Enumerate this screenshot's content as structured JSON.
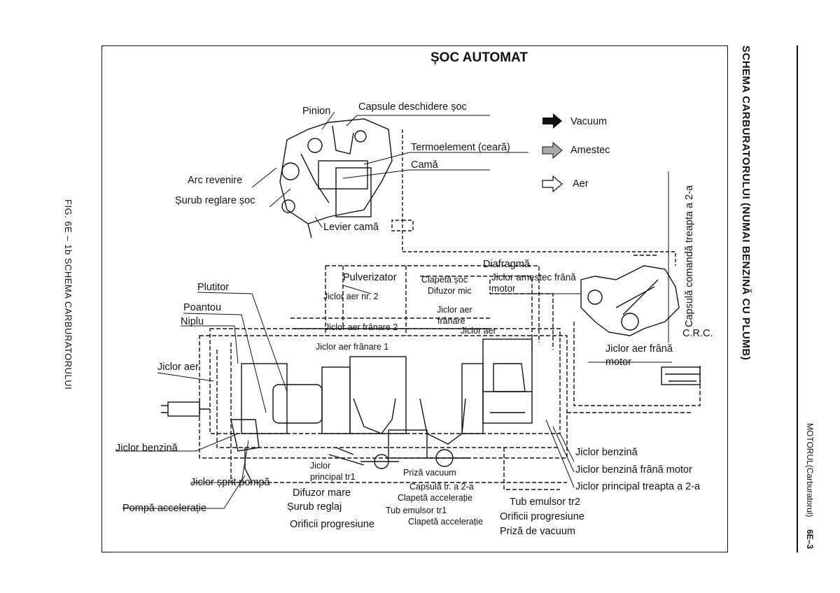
{
  "title": "ȘOC AUTOMAT",
  "side_title": "SCHEMA CARBURATORULUI (NUMAI BENZINĂ CU PLUMB)",
  "figure_caption": "FIG. 6E – 1b  SCHEMA CARBURATORULUI",
  "running_header": "MOTORUL(Carburatorul)",
  "page_number": "6E–3",
  "legend": {
    "vacuum": "Vacuum",
    "amestec": "Amestec",
    "aer": "Aer"
  },
  "choke_labels": {
    "pinion": "Pinion",
    "capsule": "Capsule deschidere șoc",
    "termo": "Termoelement (ceară)",
    "cama": "Camă",
    "arc": "Arc revenire",
    "surub_soc": "Șurub reglare șoc",
    "levier": "Levier camă"
  },
  "right_labels": {
    "diafragma": "Diafragmă",
    "jiclor_amestec": "Jiclor amestec frână",
    "motor1": "motor",
    "capsula_comanda": "Capsulă comandă treapta a 2-a",
    "crc": "C.R.C.",
    "jiclor_aer_frana": "Jiclor aer frână",
    "motor2": "motor"
  },
  "left_labels": {
    "pulverizator": "Pulverizator",
    "plutitor": "Plutitor",
    "poantou": "Poantou",
    "niplu": "Niplu",
    "jiclor_aer": "Jiclor aer",
    "jiclor_benzina": "Jiclor benzină",
    "jiclor_sprit": "Jiclor șprit pompă",
    "pompa": "Pompă accelerație"
  },
  "inner_labels": {
    "clapeta_soc": "Clapetă șoc",
    "difuzor_mic": "Difuzor mic",
    "jiclor_aer_nr2": "Jiclor aer nr. 2",
    "jiclor_aer_frana_txt": "Jiclor aer",
    "franare": "frânare",
    "jiclor_aer_short": "Jiclor aer",
    "jiclor_aer_franare2": "Jiclor aer frânare 2",
    "jiclor_aer_franare1": "Jiclor aer frânare 1"
  },
  "bottom_labels": {
    "jiclor": "Jiclor",
    "principal_tr1": "principal tr1",
    "difuzor_mare": "Difuzor mare",
    "surub_reglaj": "Șurub reglaj",
    "orificii1": "Orificii progresiune",
    "priza_vacuum_sm": "Priză vacuum",
    "capsula_tr2": "Capsulă tr. a 2-a",
    "clapeta_acc1": "Clapetă accelerație",
    "tub_emulsor_tr1": "Tub emulsor tr1",
    "clapeta_acc2": "Clapetă accelerație",
    "tub_emulsor_tr2": "Tub emulsor tr2",
    "orificii2": "Orificii progresiune",
    "priza_de_vacuum": "Priză de vacuum",
    "jiclor_benzina_r": "Jiclor benzină",
    "jiclor_benzina_frana": "Jiclor benzină frână motor",
    "jiclor_principal_tr2": "Jiclor principal treapta a 2-a"
  }
}
